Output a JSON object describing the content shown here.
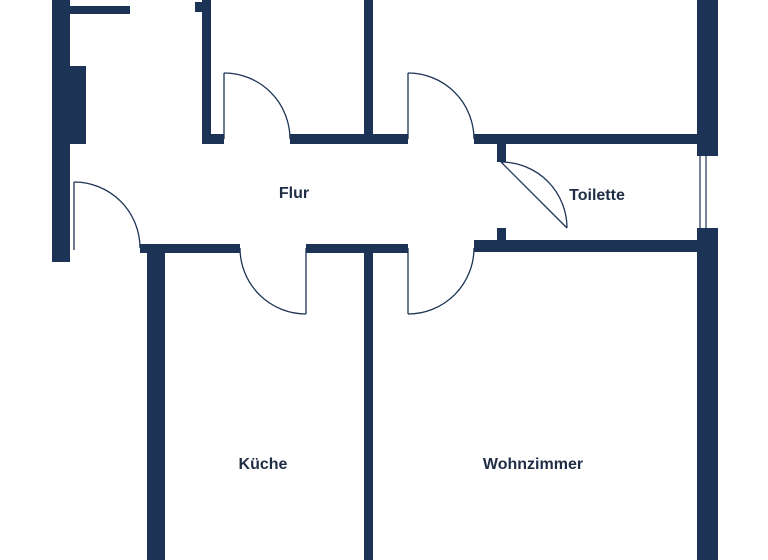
{
  "colors": {
    "wall": "#1c3355",
    "background": "#ffffff",
    "label": "#1f2d45"
  },
  "rooms": {
    "flur": "Flur",
    "toilette": "Toilette",
    "kueche": "Küche",
    "wohnzimmer": "Wohnzimmer"
  }
}
